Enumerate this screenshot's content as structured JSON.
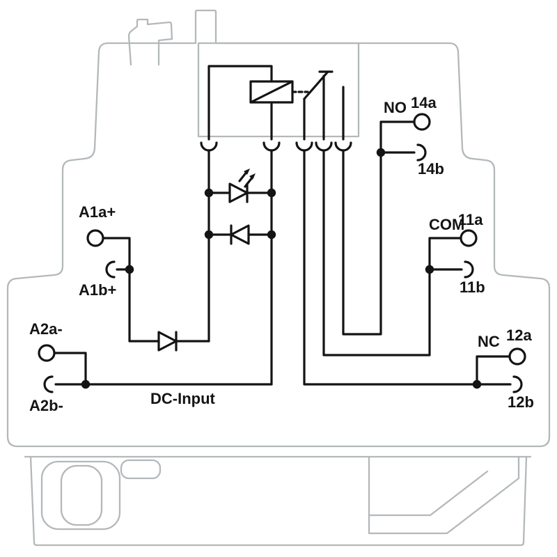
{
  "diagram": {
    "labels": {
      "a1a": "A1a+",
      "a1b": "A1b+",
      "a2a": "A2a-",
      "a2b": "A2b-",
      "dc_input": "DC-Input",
      "no": "NO",
      "terminal_14a": "14a",
      "terminal_14b": "14b",
      "com": "COM",
      "terminal_11a": "11a",
      "terminal_11b": "11b",
      "nc": "NC",
      "terminal_12a": "12a",
      "terminal_12b": "12b"
    },
    "colors": {
      "circuit": "#141414",
      "housing": "#b3b8bb",
      "background": "#ffffff"
    }
  }
}
